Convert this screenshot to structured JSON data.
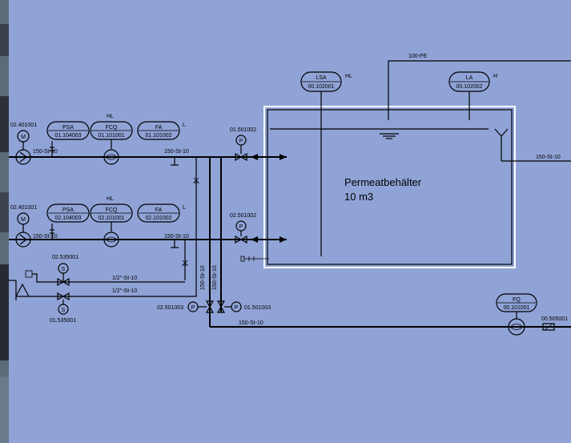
{
  "colors": {
    "background": "#8fa3d6",
    "lines": "#000000",
    "white_frame": "#ffffff"
  },
  "tank": {
    "title": "Permeatbehälter",
    "volume": "10 m3"
  },
  "instruments": {
    "lsa": {
      "code": "LSA",
      "id": "00.102001",
      "flag": "HL"
    },
    "la": {
      "code": "LA",
      "id": "00.102002",
      "flag": "H"
    },
    "psa1": {
      "code": "PSA",
      "id": "01.104003"
    },
    "fcq1": {
      "code": "FCQ",
      "id": "01.101001",
      "flag": "HL"
    },
    "fa1": {
      "code": "FA",
      "id": "01.101002",
      "flag": "L"
    },
    "psa2": {
      "code": "PSA",
      "id": "02.104003"
    },
    "fcq2": {
      "code": "FCQ",
      "id": "02.101001",
      "flag": "HL"
    },
    "fa2": {
      "code": "FA",
      "id": "02.101002",
      "flag": "L"
    },
    "fq": {
      "code": "FQ",
      "id": "00.101001"
    }
  },
  "labels": {
    "pump1": "02.401001",
    "pump2": "02.401001",
    "valve_top1": "01.501002",
    "valve_top2": "02.501002",
    "s_top": "02.535001",
    "s_bottom": "01.535001",
    "bottom_left_valve": "02.501003",
    "bottom_right_valve": "01.501003",
    "right_valve": "00.505001",
    "line_top": "100-PE",
    "line_150_a": "150-St-10",
    "line_150_b": "150-St-10",
    "line_150_c": "150-St-10",
    "line_150_d": "150-St-10",
    "line_150_e": "150-St-10",
    "line_150_v1": "150-St-10",
    "line_150_v2": "150-St-10",
    "line_half_a": "1/2\"-St-10",
    "line_half_b": "1/2\"-St-10",
    "line_bottom": "150-St-10",
    "m": "M",
    "p": "P",
    "s": "S"
  }
}
